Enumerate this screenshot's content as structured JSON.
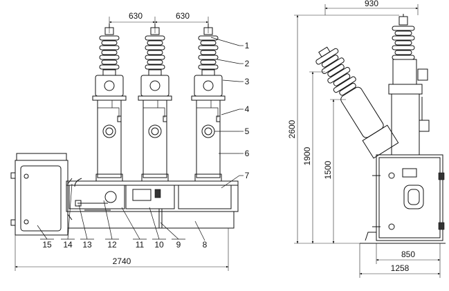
{
  "front_view": {
    "top_dims": [
      "630",
      "630"
    ],
    "bottom_dim": "2740",
    "callouts": [
      "1",
      "2",
      "3",
      "4",
      "5",
      "6",
      "7",
      "8",
      "9",
      "10",
      "11",
      "12",
      "13",
      "14",
      "15"
    ]
  },
  "side_view": {
    "top_dim": "930",
    "height_dims": [
      "2600",
      "1900",
      "1500"
    ],
    "bottom_dims": [
      "850",
      "1258"
    ]
  }
}
